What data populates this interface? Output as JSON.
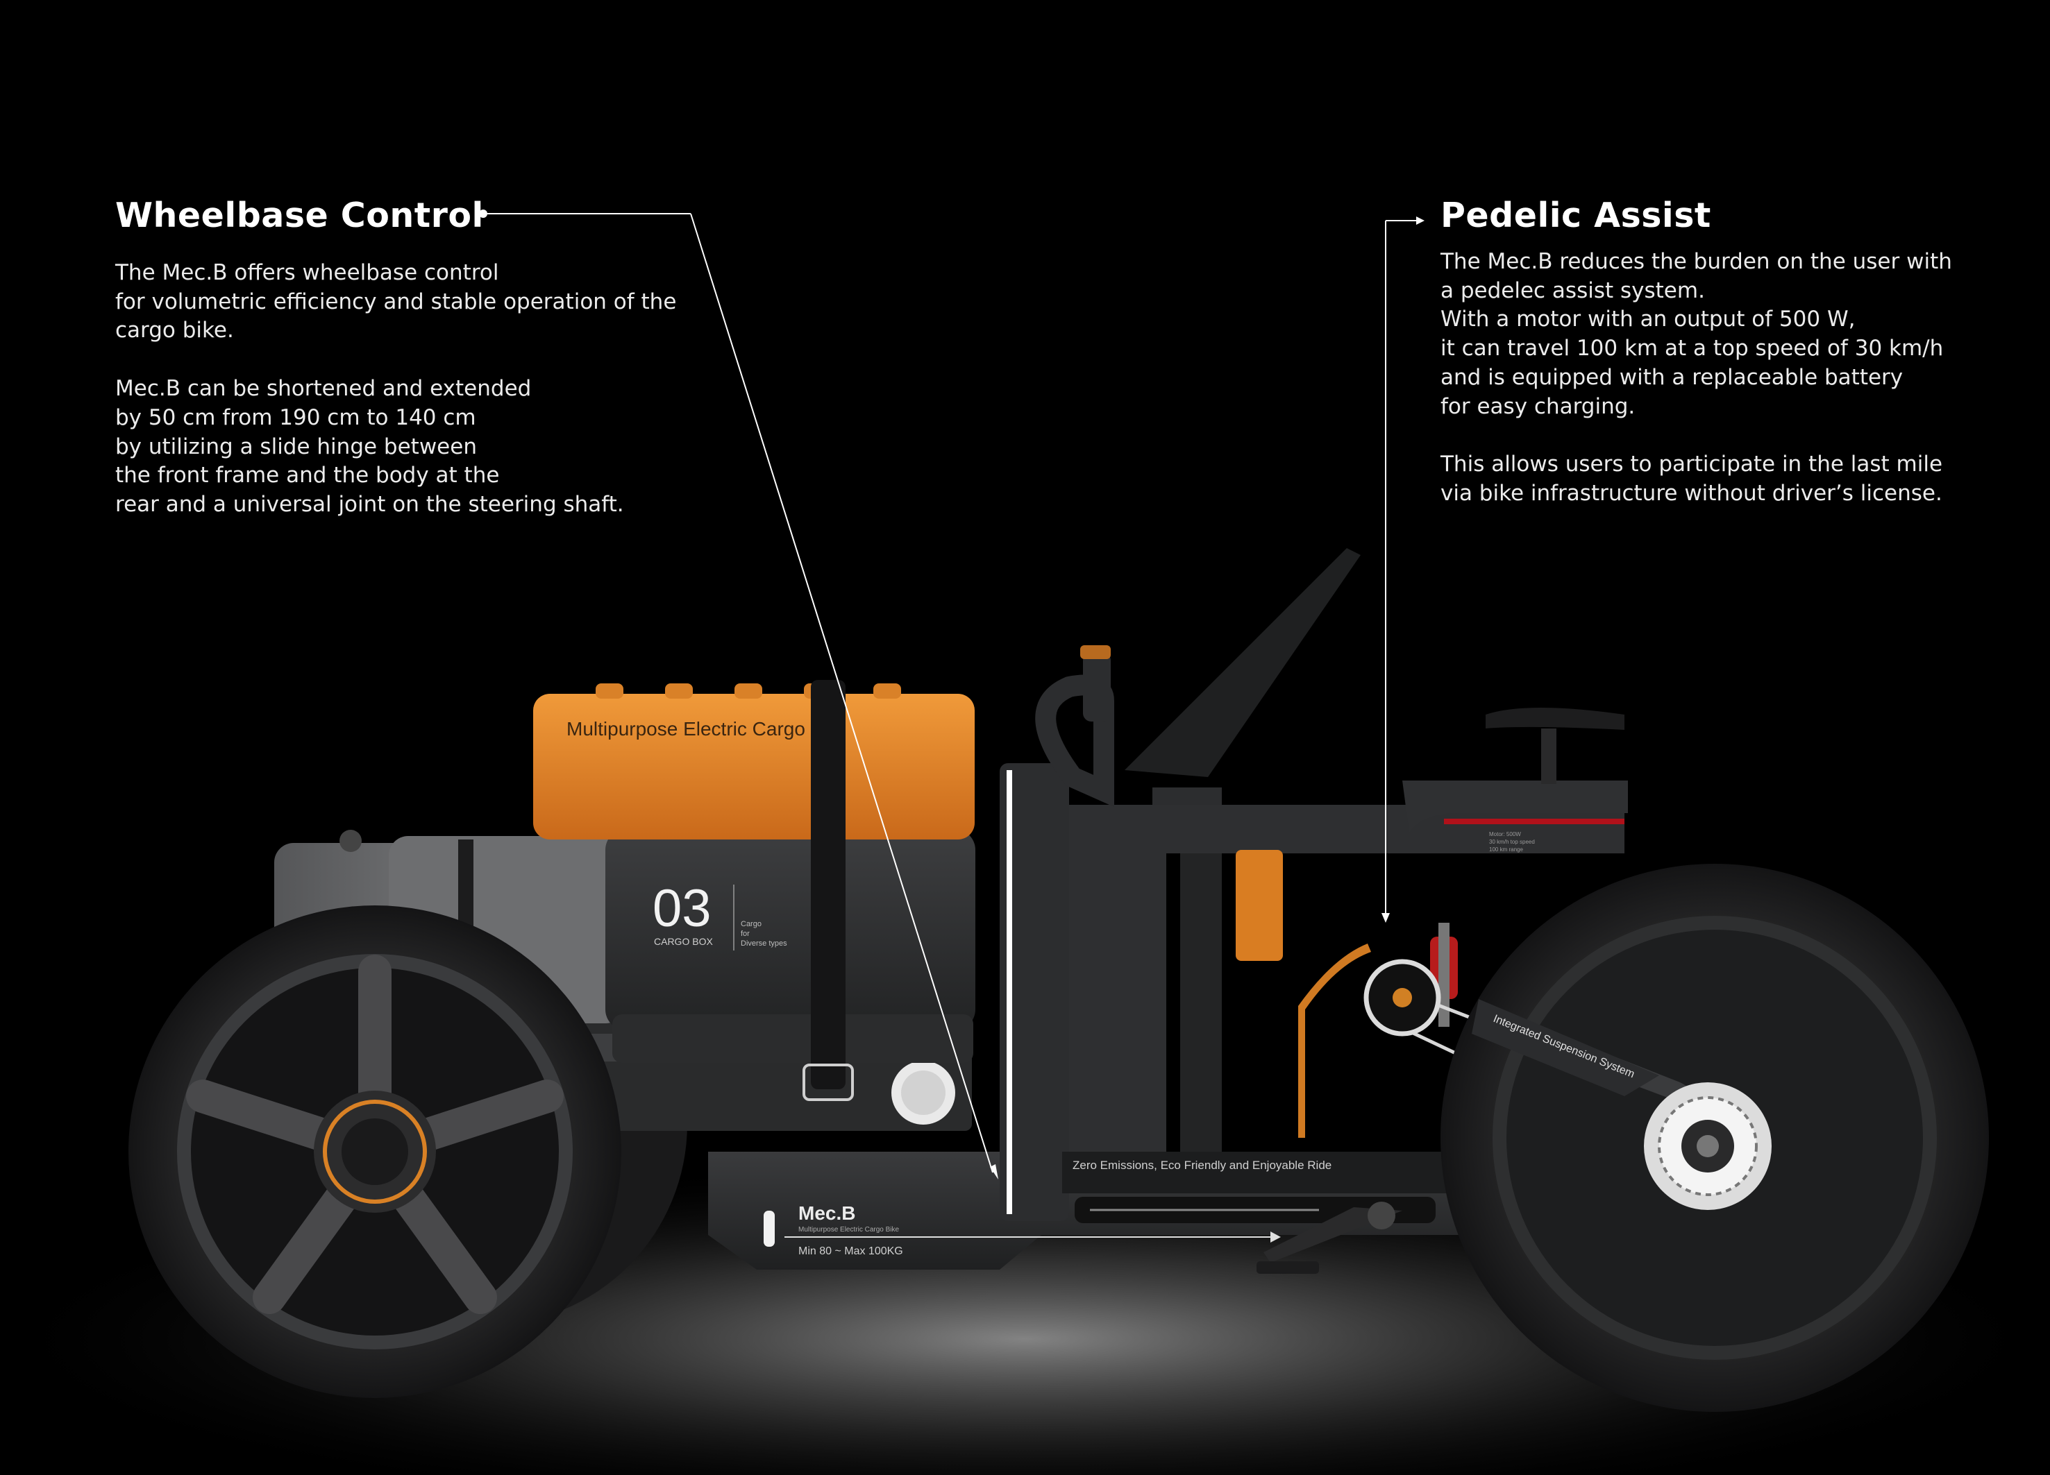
{
  "wheelbase_control": {
    "title": "Wheelbase Control",
    "paragraph1": [
      "The Mec.B offers wheelbase control",
      "for volumetric efficiency and stable operation of the",
      "cargo bike."
    ],
    "paragraph2": [
      "Mec.B can be shortened and extended",
      "by 50 cm from 190 cm to 140 cm",
      "by utilizing a slide hinge between",
      "the front frame and the body at the",
      "rear and a universal joint on the steering shaft."
    ]
  },
  "pedelec_assist": {
    "title": "Pedelic Assist",
    "paragraph1": [
      "The Mec.B reduces the burden on the user with",
      "a pedelec assist system.",
      "With a motor with an output of 500 W,",
      "it can travel 100 km at a top speed of 30 km/h",
      "and is equipped with a replaceable battery",
      "for easy charging."
    ],
    "paragraph2": [
      "This allows users to participate in the last mile",
      "via bike infrastructure without driver’s license."
    ]
  },
  "product": {
    "cargo_box_top_label": "Multipurpose Electric Cargo B",
    "cargo_box_number": "03",
    "cargo_box_label": "CARGO BOX",
    "cargo_box_side_text": [
      "Cargo",
      "for",
      "Diverse types"
    ],
    "frame_tagline": "Zero Emissions, Eco Friendly and Enjoyable Ride",
    "brand": "Mec.B",
    "brand_subtitle": "Multipurpose Electric Cargo Bike",
    "capacity": "Min 80 ~ Max 100KG",
    "swingarm_label": "Integrated Suspension System",
    "frame_spec_text": [
      "Motor: 500W",
      "30 km/h top speed",
      "100 km range"
    ]
  },
  "colors": {
    "background": "#000000",
    "accent_orange": "#e07f1f",
    "frame_dark": "#2b2b2d",
    "tire": "#1c1c1d",
    "text": "#ffffff"
  }
}
